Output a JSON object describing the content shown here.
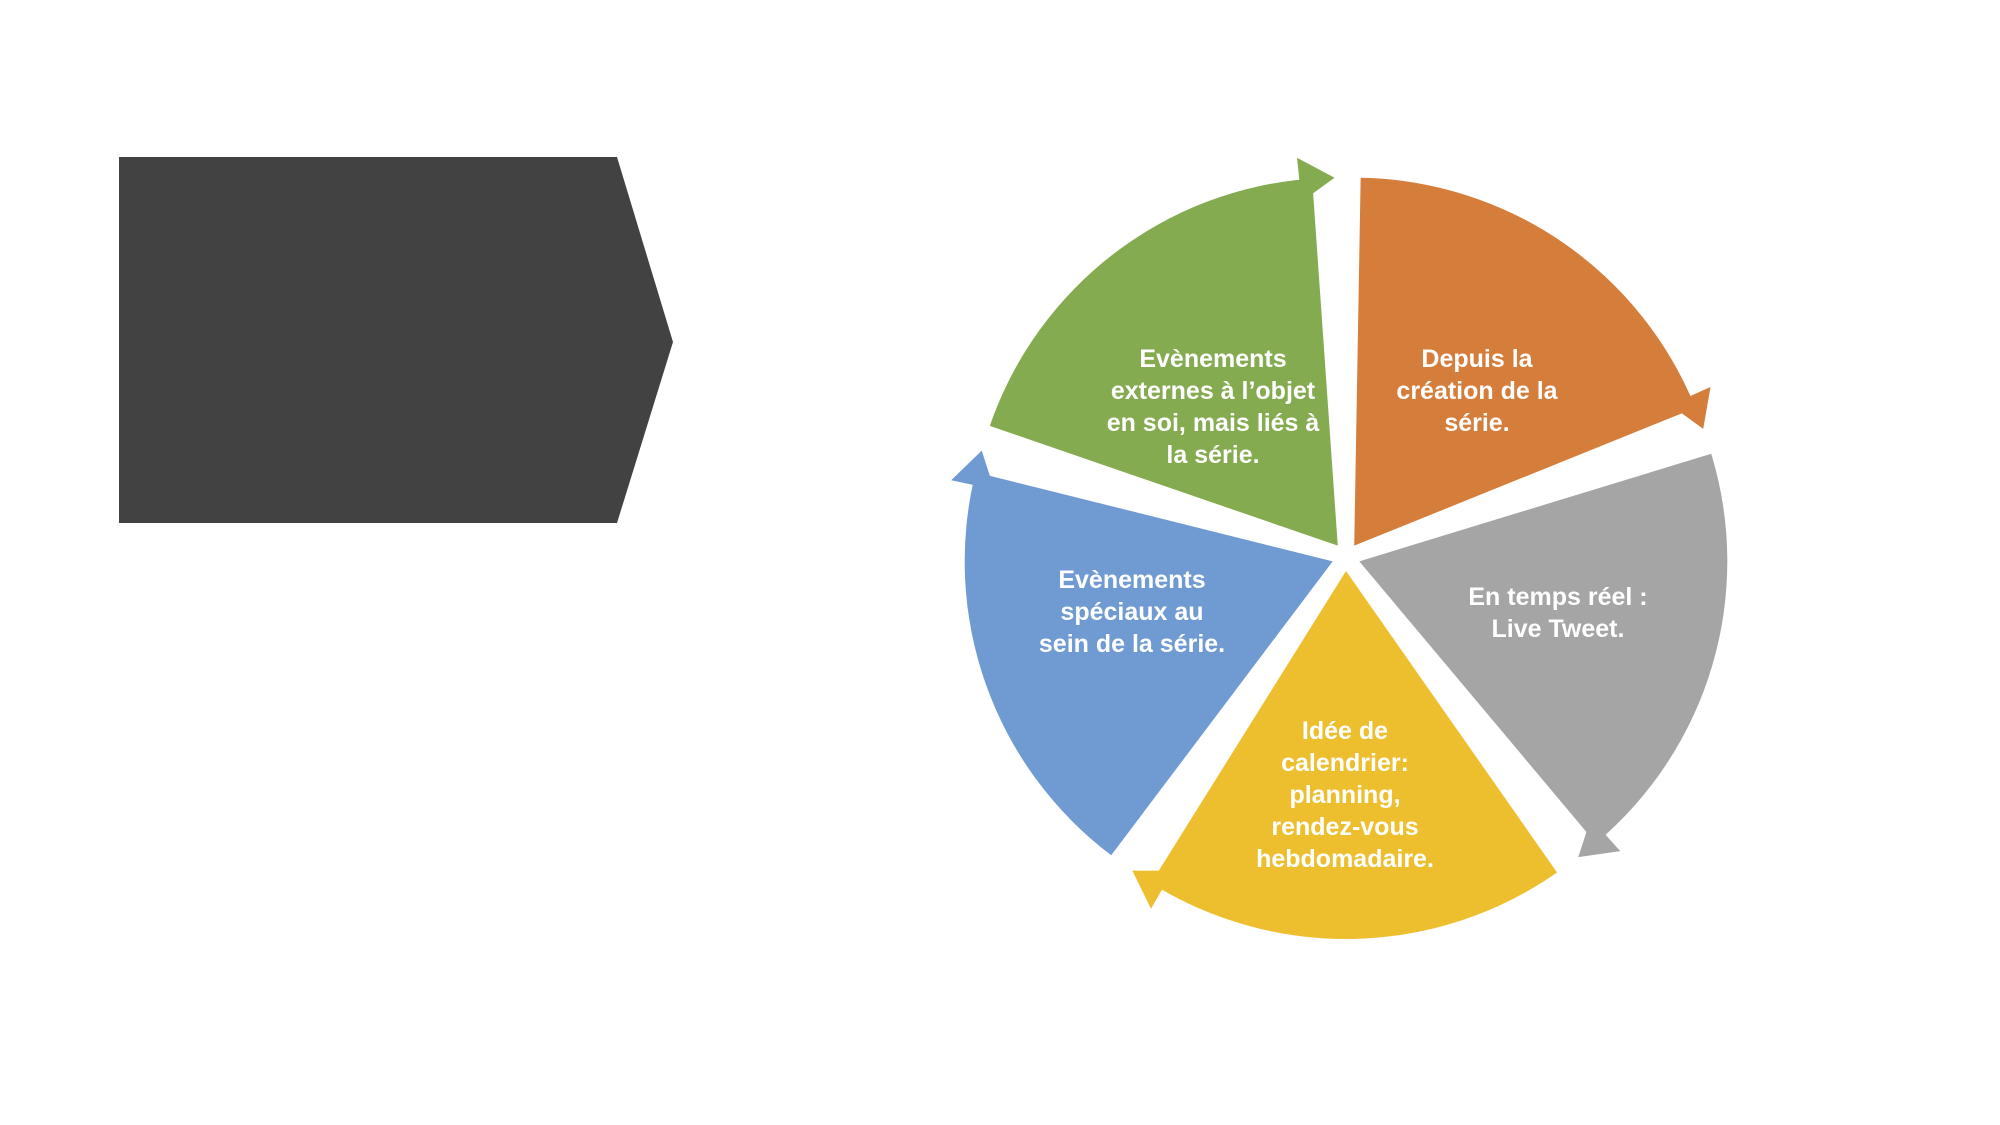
{
  "title_shape": {
    "color": "#424242"
  },
  "cycle": {
    "segments": [
      {
        "label": "Depuis la\ncréation de la\nsérie.",
        "color": "#D57D3A"
      },
      {
        "label": "En temps réel :\nLive Tweet.",
        "color": "#A5A5A5"
      },
      {
        "label": "Idée de\ncalendrier:\nplanning,\nrendez-vous\nhebdomadaire.",
        "color": "#EDBF2E"
      },
      {
        "label": "Evènements\nspéciaux au\nsein de la série.",
        "color": "#6F9AD2"
      },
      {
        "label": "Evènements\nexternes à l’objet\nen soi, mais liés à\nla série.",
        "color": "#85AB50"
      }
    ]
  }
}
